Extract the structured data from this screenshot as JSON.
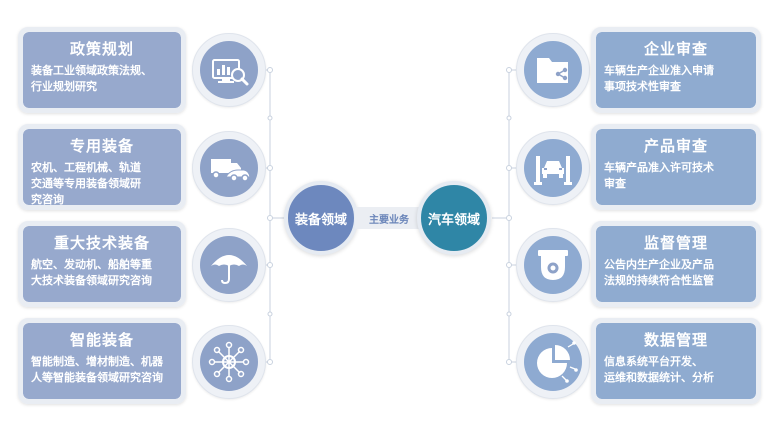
{
  "equipment_domain": {
    "label": "装备领域",
    "items": [
      {
        "title": "政策规划",
        "desc": [
          "装备工业领域政策法规、",
          "行业规划研究"
        ],
        "icon": "monitor-magnifier-icon"
      },
      {
        "title": "专用装备",
        "desc": [
          "农机、工程机械、轨道",
          "交通等专用装备领域研",
          "究咨询"
        ],
        "icon": "truck-car-icon"
      },
      {
        "title": "重大技术装备",
        "desc": [
          "航空、发动机、船舶等重",
          "大技术装备领域研究咨询"
        ],
        "icon": "umbrella-icon"
      },
      {
        "title": "智能装备",
        "desc": [
          "智能制造、增材制造、机器",
          "人等智能装备领域研究咨询"
        ],
        "icon": "network-nodes-icon"
      }
    ]
  },
  "bridge_label": "主要业务",
  "auto_domain": {
    "label": "汽车领域",
    "items": [
      {
        "title": "企业审查",
        "desc": [
          "车辆生产企业准入申请",
          "事项技术性审查"
        ],
        "icon": "folder-share-icon"
      },
      {
        "title": "产品审查",
        "desc": [
          "车辆产品准入许可技术",
          "审查"
        ],
        "icon": "car-lift-icon"
      },
      {
        "title": "监督管理",
        "desc": [
          "公告内生产企业及产品",
          "法规的持续符合性监管"
        ],
        "icon": "dome-camera-icon"
      },
      {
        "title": "数据管理",
        "desc": [
          "信息系统平台开发、",
          "运维和数据统计、分析"
        ],
        "icon": "pie-chart-icon"
      }
    ]
  },
  "colors": {
    "equipment_hub": "#6d88be",
    "auto_hub": "#2f86a6",
    "card_left": "#97a9cd",
    "card_right": "#8fabd0"
  }
}
